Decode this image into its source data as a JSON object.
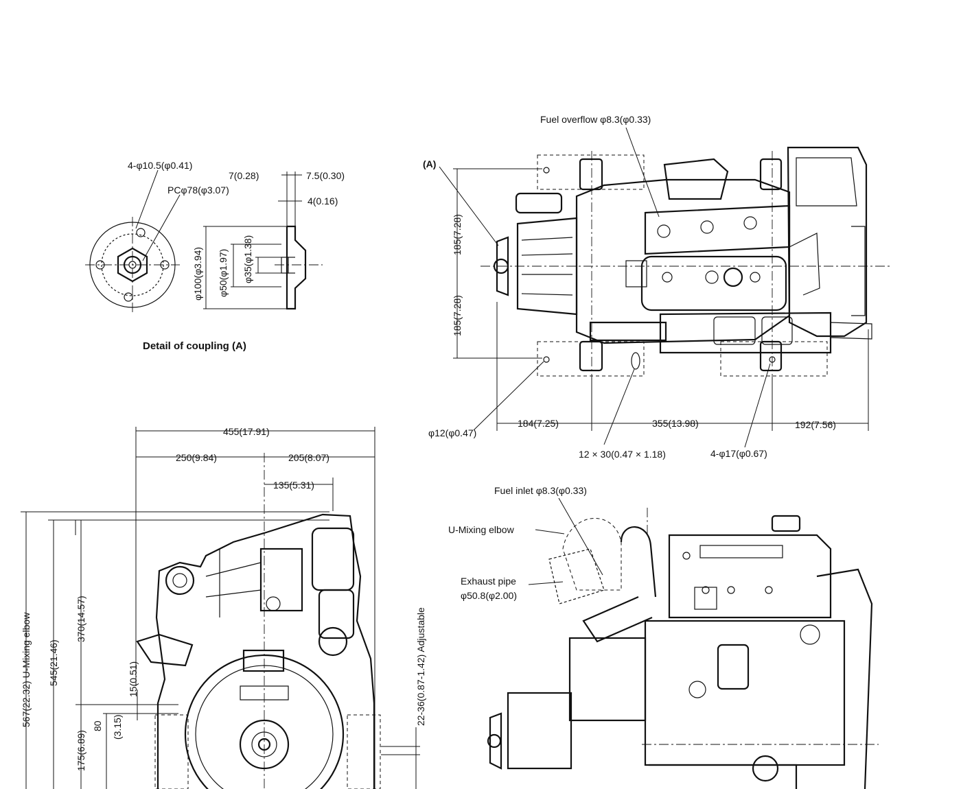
{
  "coupling_detail": {
    "title": "Detail of coupling (A)",
    "bolt_holes": "4-φ10.5(φ0.41)",
    "pitch_circle": "PCφ78(φ3.07)",
    "dim_7": "7(0.28)",
    "dim_7_5": "7.5(0.30)",
    "dim_4": "4(0.16)",
    "dia_100": "φ100(φ3.94)",
    "dia_50": "φ50(φ1.97)",
    "dia_35": "φ35(φ1.38)"
  },
  "top_view": {
    "marker_a": "(A)",
    "fuel_overflow": "Fuel overflow φ8.3(φ0.33)",
    "dim_185_upper": "185(7.28)",
    "dim_185_lower": "185(7.28)",
    "hole_12": "φ12(φ0.47)",
    "dim_184": "184(7.25)",
    "dim_355": "355(13.98)",
    "dim_192": "192(7.56)",
    "slot": "12 × 30(0.47 × 1.18)",
    "mount_holes": "4-φ17(φ0.67)"
  },
  "front_view": {
    "dim_455": "455(17.91)",
    "dim_250": "250(9.84)",
    "dim_205": "205(8.07)",
    "dim_135": "135(5.31)",
    "dim_567": "567(22.32) U-Mixing elbow",
    "dim_545": "545(21.46)",
    "dim_370": "370(14.57)",
    "dim_15": "15(0.51)",
    "dim_80": "80",
    "dim_80_in": "(3.15)",
    "dim_175": "175(6.89)",
    "adjustable": "22-36(0.87-1.42) Adjustable"
  },
  "side_view": {
    "fuel_inlet": "Fuel inlet φ8.3(φ0.33)",
    "u_mixing": "U-Mixing elbow",
    "exhaust_pipe": "Exhaust pipe",
    "exhaust_dia": "φ50.8(φ2.00)"
  }
}
